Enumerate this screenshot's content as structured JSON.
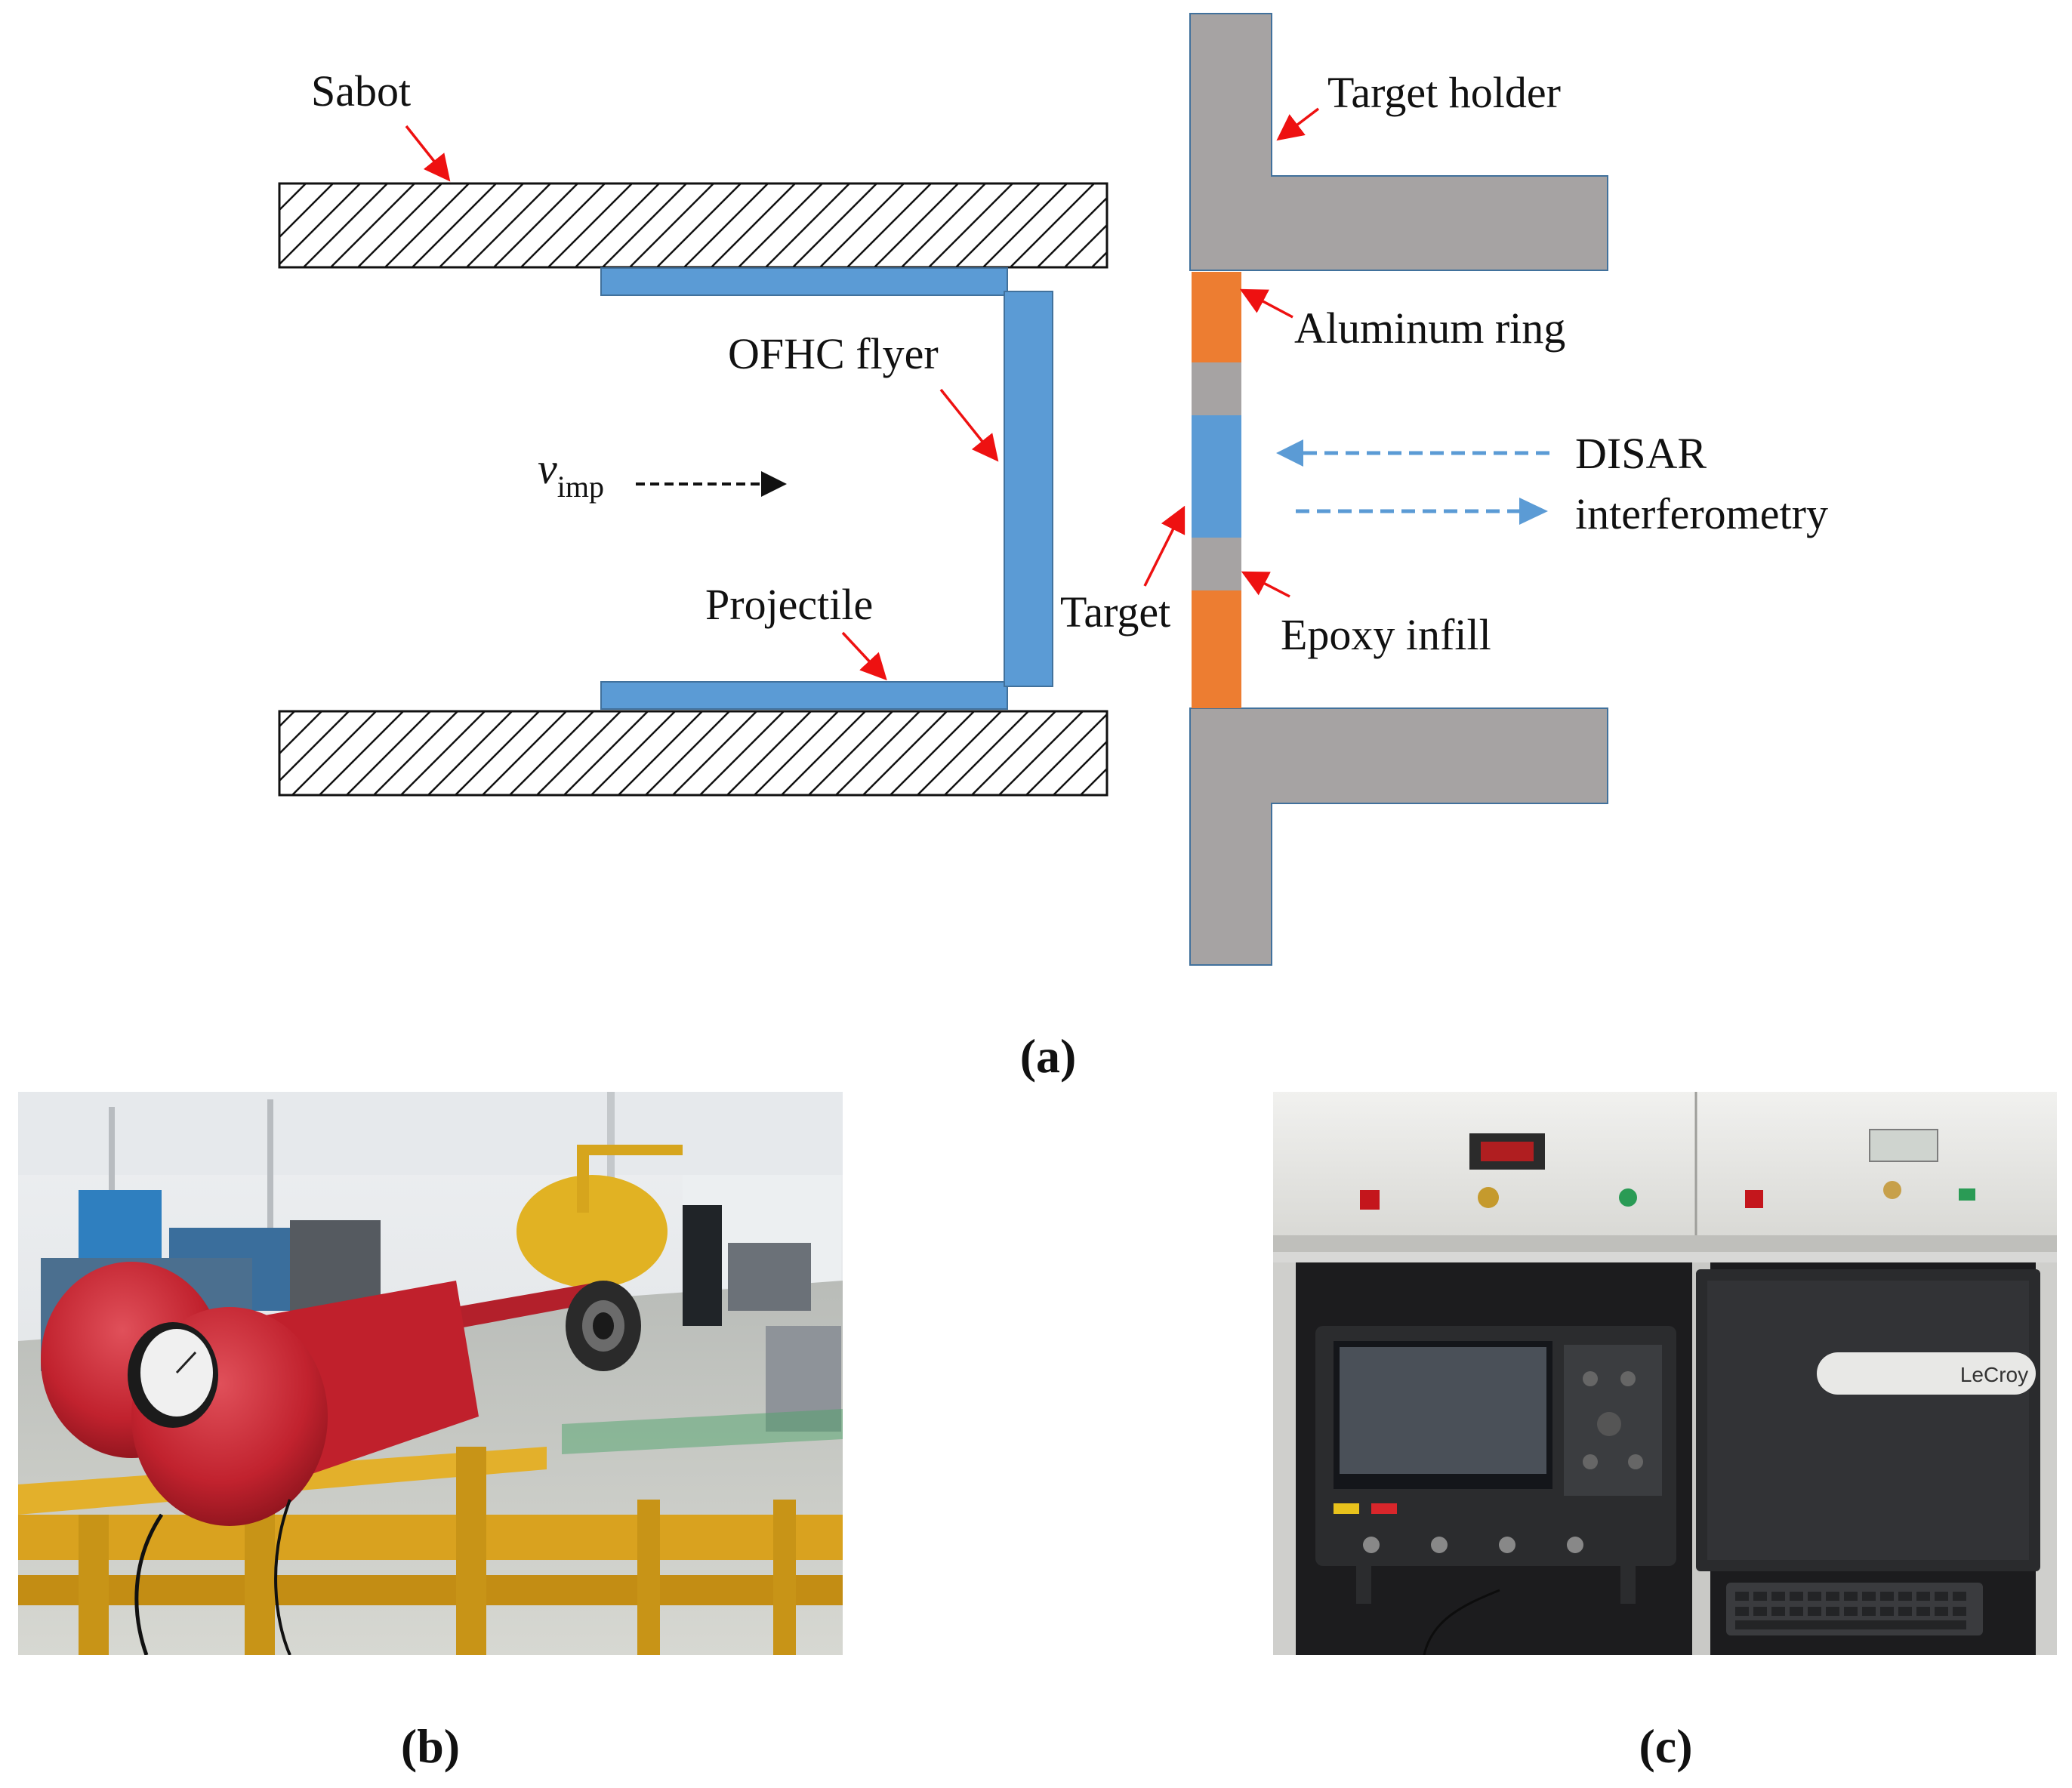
{
  "panel_a": {
    "caption": "(a)",
    "labels": {
      "sabot": "Sabot",
      "target_holder": "Target holder",
      "ofhc_flyer": "OFHC flyer",
      "aluminum_ring": "Aluminum ring",
      "v_symbol": "v",
      "v_subscript": "imp",
      "disar_line1": "DISAR",
      "disar_line2": "interferometry",
      "projectile": "Projectile",
      "target": "Target",
      "epoxy_infill": "Epoxy infill"
    },
    "colors": {
      "flyer_blue": "#5b9bd5",
      "aluminum_orange": "#ed7d31",
      "holder_gray": "#a6a3a3",
      "arrow_red": "#ee1111",
      "hatch": "#111111"
    }
  },
  "panel_b": {
    "caption": "(b)",
    "photo_subject": "gas gun with red pressure cylinders on yellow frame in lab"
  },
  "panel_c": {
    "caption": "(c)",
    "photo_subject": "LeCroy oscilloscope and instrument rack",
    "brand_text": "LeCroy"
  }
}
